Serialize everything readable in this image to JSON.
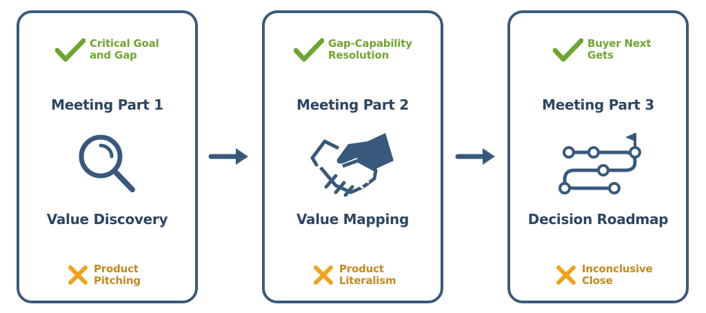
{
  "colors": {
    "border": "#38597b",
    "check": "#6fa531",
    "cross": "#f0a21a",
    "title": "#2c4662",
    "risk_text": "#c38a1e"
  },
  "cards": [
    {
      "goal": "Critical Goal\nand Gap",
      "meeting": "Meeting Part 1",
      "icon": "magnifier-icon",
      "value": "Value Discovery",
      "risk": "Product\nPitching"
    },
    {
      "goal": "Gap-Capability\nResolution",
      "meeting": "Meeting Part 2",
      "icon": "handshake-icon",
      "value": "Value Mapping",
      "risk": "Product\nLiteralism"
    },
    {
      "goal": "Buyer Next\nGets",
      "meeting": "Meeting Part 3",
      "icon": "roadmap-icon",
      "value": "Decision Roadmap",
      "risk": "Inconclusive\nClose"
    }
  ]
}
